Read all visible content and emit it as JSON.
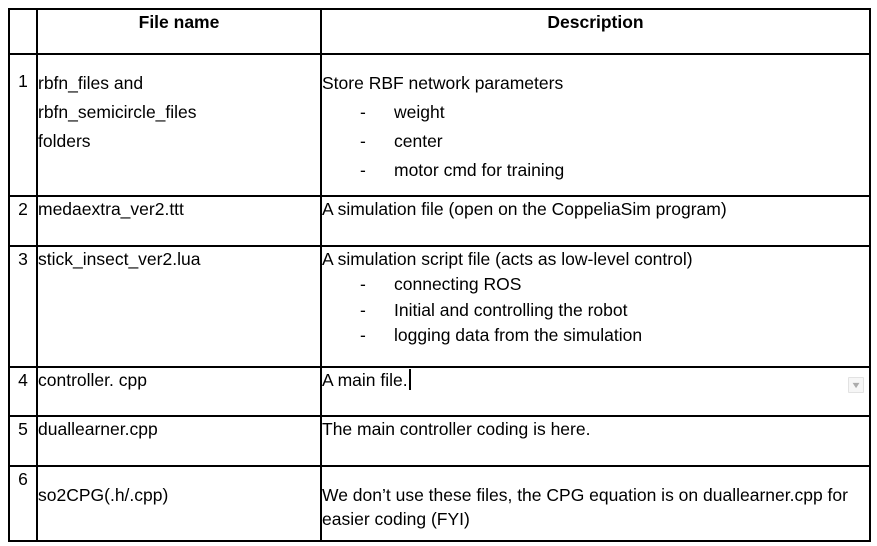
{
  "table": {
    "headers": {
      "file_name": "File name",
      "description": "Description"
    },
    "bullet_char": "-",
    "rows": [
      {
        "num": "1",
        "file": "rbfn_files and\nrbfn_semicircle_files\nfolders",
        "desc": "Store RBF network parameters",
        "bullets": [
          "weight",
          "center",
          "motor cmd for training"
        ]
      },
      {
        "num": "2",
        "file": "medaextra_ver2.ttt",
        "desc": "A simulation file (open on the CoppeliaSim program)",
        "bullets": []
      },
      {
        "num": "3",
        "file": "stick_insect_ver2.lua",
        "desc": "A simulation script file (acts as low-level control)",
        "bullets": [
          "connecting ROS",
          "Initial and controlling the robot",
          "logging data from the simulation"
        ]
      },
      {
        "num": "4",
        "file": "controller. cpp",
        "desc": "A main file.",
        "bullets": []
      },
      {
        "num": "5",
        "file": "duallearner.cpp",
        "desc": "The main controller coding is here.",
        "bullets": []
      },
      {
        "num": "6",
        "file": "so2CPG(.h/.cpp)",
        "desc": "We don’t use these files, the CPG equation is on duallearner.cpp for easier coding (FYI)",
        "bullets": []
      }
    ]
  },
  "icons": {
    "table_dropdown": "▼"
  }
}
